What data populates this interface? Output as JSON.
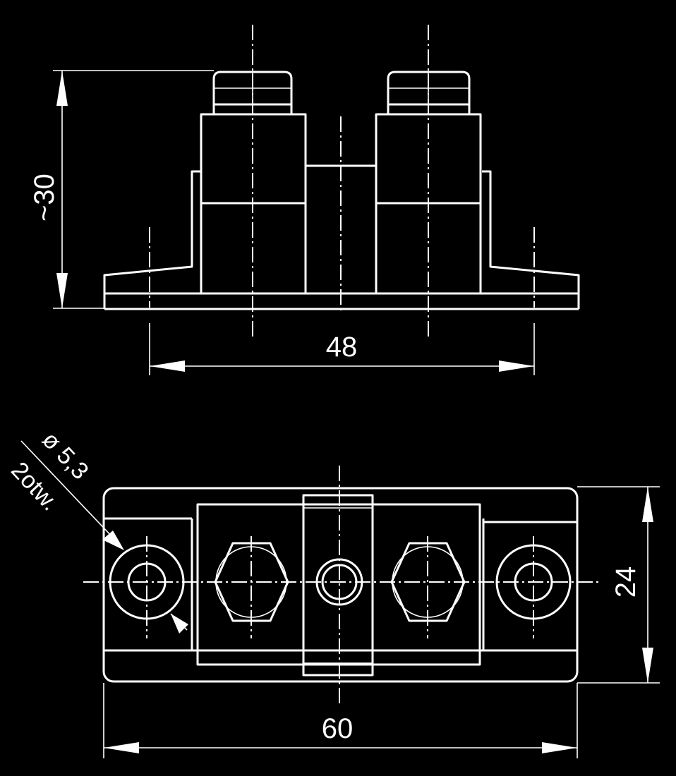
{
  "side_view": {
    "height_dimension": "~30",
    "mounting_hole_spacing": "48"
  },
  "top_view": {
    "hole_note_diameter": "ø 5,3",
    "hole_note_count": "2otw.",
    "depth_dimension": "24",
    "length_dimension": "60"
  },
  "colors": {
    "background": "#000000",
    "line": "#ffffff"
  }
}
